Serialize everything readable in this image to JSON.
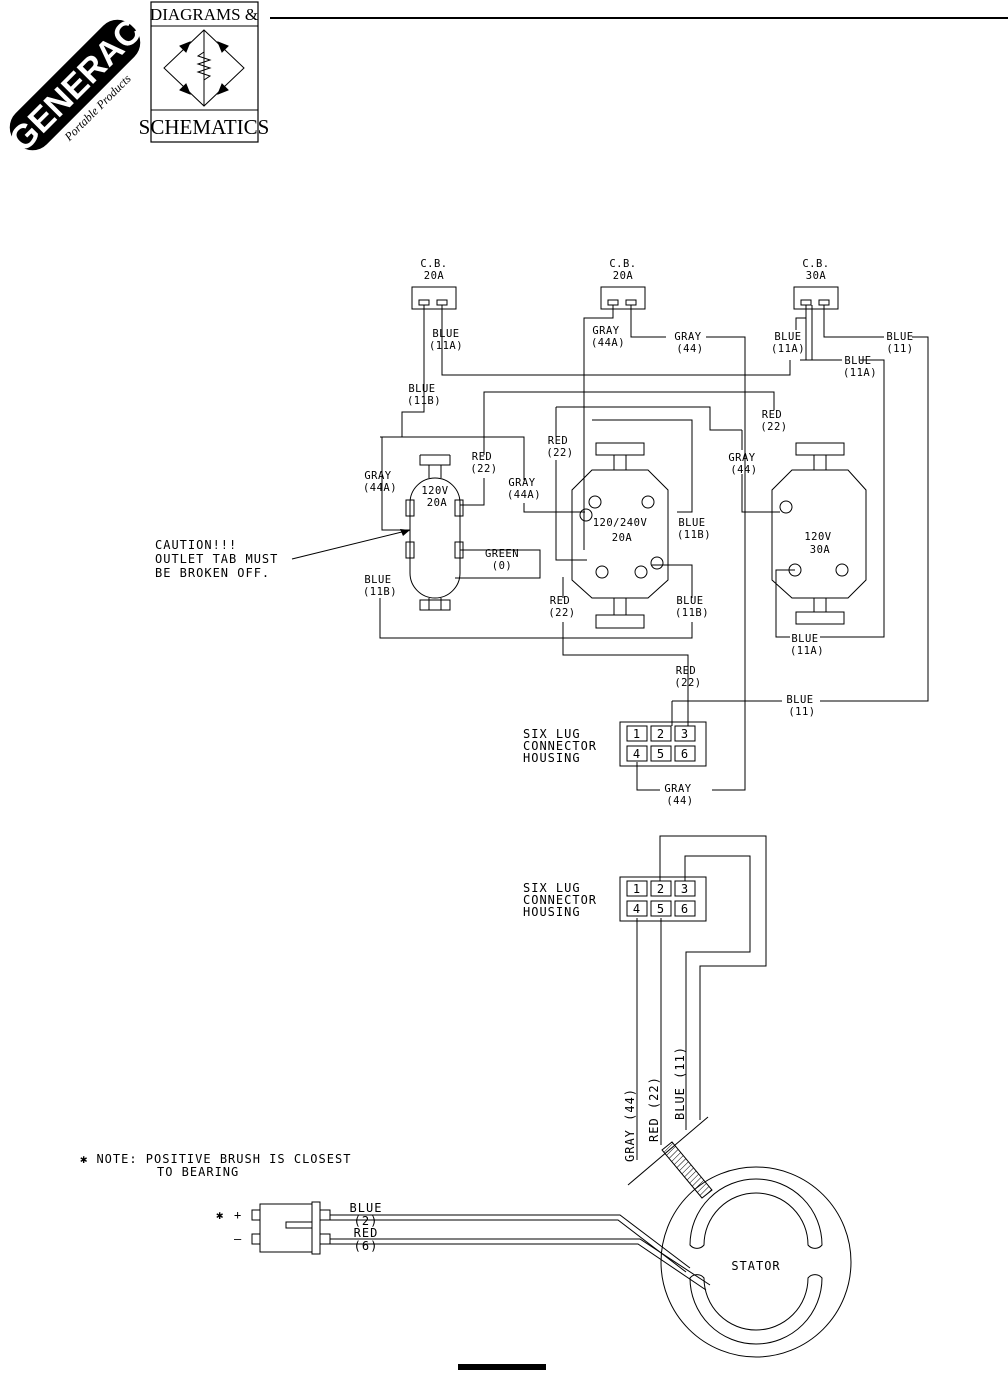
{
  "header": {
    "brand": "GENERAC",
    "brand_sub": "Portable Products",
    "badge_top": "DIAGRAMS &",
    "badge_bottom": "SCHEMATICS"
  },
  "breakers": [
    {
      "type": "C.B.",
      "rating": "20A"
    },
    {
      "type": "C.B.",
      "rating": "20A"
    },
    {
      "type": "C.B.",
      "rating": "30A"
    }
  ],
  "outlets": {
    "o1_voltage": "120V",
    "o1_amps": "20A",
    "o2_voltage": "120/240V",
    "o2_amps": "20A",
    "o3_voltage": "120V",
    "o3_amps": "30A"
  },
  "wire_labels": {
    "blue_11a_cb1": [
      "BLUE",
      "(11A)"
    ],
    "gray_44a_cb2": [
      "GRAY",
      "(44A)"
    ],
    "gray_44_cb2": [
      "GRAY",
      "(44)"
    ],
    "blue_11a_cb3": [
      "BLUE",
      "(11A)"
    ],
    "blue_11_cb3": [
      "BLUE",
      "(11)"
    ],
    "blue_11a_cb3b": [
      "BLUE",
      "(11A)"
    ],
    "blue_11b_top": [
      "BLUE",
      "(11B)"
    ],
    "red_22_o3": [
      "RED",
      "(22)"
    ],
    "red_22_o2": [
      "RED",
      "(22)"
    ],
    "gray_44_mid": [
      "GRAY",
      "(44)"
    ],
    "gray_44a_left": [
      "GRAY",
      "(44A)"
    ],
    "red_22_o1": [
      "RED",
      "(22)"
    ],
    "gray_44a_o2": [
      "GRAY",
      "(44A)"
    ],
    "blue_11b_o2": [
      "BLUE",
      "(11B)"
    ],
    "green_0": [
      "GREEN",
      "(0)"
    ],
    "blue_11b_o1": [
      "BLUE",
      "(11B)"
    ],
    "red_22_o2b": [
      "RED",
      "(22)"
    ],
    "blue_11b_o2b": [
      "BLUE",
      "(11B)"
    ],
    "blue_11a_o3": [
      "BLUE",
      "(11A)"
    ],
    "red_22_conn": [
      "RED",
      "(22)"
    ],
    "blue_11_conn": [
      "BLUE",
      "(11)"
    ],
    "gray_44_conn": [
      "GRAY",
      "(44)"
    ],
    "gray_44_stator": "GRAY (44)",
    "red_22_stator": "RED (22)",
    "blue_11_stator": "BLUE (11)",
    "blue_2": [
      "BLUE",
      "(2)"
    ],
    "red_6": [
      "RED",
      "(6)"
    ]
  },
  "caution": [
    "CAUTION!!!",
    "OUTLET TAB MUST",
    "BE BROKEN OFF."
  ],
  "connector_upper": {
    "label": [
      "SIX LUG",
      "CONNECTOR",
      "HOUSING"
    ],
    "pins": [
      "1",
      "2",
      "3",
      "4",
      "5",
      "6"
    ]
  },
  "connector_lower": {
    "label": [
      "SIX LUG",
      "CONNECTOR",
      "HOUSING"
    ],
    "pins": [
      "1",
      "2",
      "3",
      "4",
      "5",
      "6"
    ]
  },
  "stator": {
    "label": "STATOR"
  },
  "brush": {
    "note": [
      "✱ NOTE: POSITIVE BRUSH IS CLOSEST",
      "TO BEARING"
    ],
    "star": "✱",
    "plus": "+",
    "minus": "–"
  }
}
